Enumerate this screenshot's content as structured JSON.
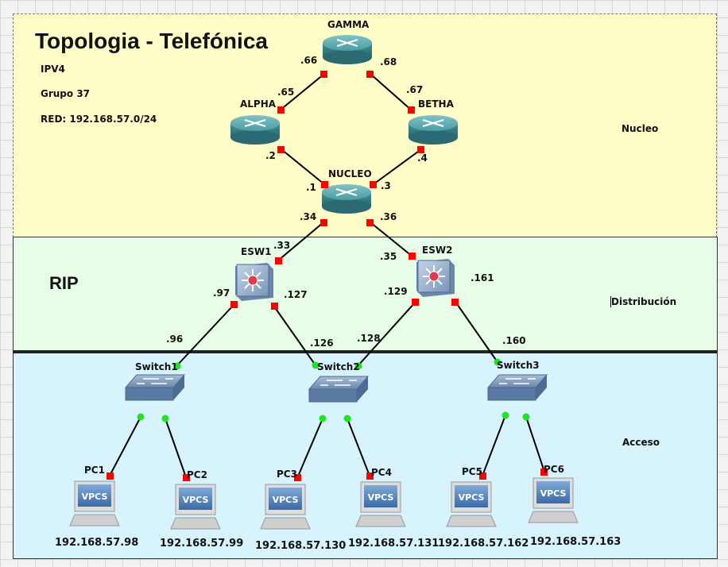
{
  "title": "Topologia - Telefónica",
  "info": {
    "protocol_version": "IPV4",
    "group": "Grupo 37",
    "network": "RED: 192.168.57.0/24"
  },
  "routing_protocol": "RIP",
  "zones": {
    "core": "Nucleo",
    "distribution": "Distribución",
    "access": "Acceso"
  },
  "routers": {
    "gamma": "GAMMA",
    "alpha": "ALPHA",
    "betha": "BETHA",
    "nucleo": "NUCLEO"
  },
  "multilayer_switches": {
    "esw1": "ESW1",
    "esw2": "ESW2"
  },
  "switches": {
    "switch1": "Switch1",
    "switch2": "Switch2",
    "switch3": "Switch3"
  },
  "pcs": [
    {
      "name": "PC1",
      "ip": "192.168.57.98",
      "screen": "VPCS"
    },
    {
      "name": "PC2",
      "ip": "192.168.57.99",
      "screen": "VPCS"
    },
    {
      "name": "PC3",
      "ip": "192.168.57.130",
      "screen": "VPCS"
    },
    {
      "name": "PC4",
      "ip": "192.168.57.131",
      "screen": "VPCS"
    },
    {
      "name": "PC5",
      "ip": "192.168.57.162",
      "screen": "VPCS"
    },
    {
      "name": "PC6",
      "ip": "192.168.57.163",
      "screen": "VPCS"
    }
  ],
  "interface_ips": {
    "gamma_alpha": ".66",
    "gamma_betha": ".68",
    "alpha_gamma": ".65",
    "betha_gamma": ".67",
    "alpha_nucleo": ".2",
    "betha_nucleo": ".4",
    "nucleo_alpha": ".1",
    "nucleo_betha": ".3",
    "nucleo_esw1": ".34",
    "nucleo_esw2": ".36",
    "esw1_nucleo": ".33",
    "esw2_nucleo": ".35",
    "esw1_switch1": ".97",
    "esw1_switch2": ".127",
    "esw2_switch2": ".129",
    "esw2_switch3": ".161",
    "switch1_uplink": ".96",
    "switch2_uplink_esw1": ".126",
    "switch2_uplink_esw2": ".128",
    "switch3_uplink": ".160"
  },
  "colors": {
    "core_zone": "#fffdc8",
    "distribution_zone": "#e7fde7",
    "access_zone": "#d6f3fe",
    "router": "#3f8f95",
    "port_down_red": "#ff0000",
    "port_up_green": "#1ee61e"
  }
}
